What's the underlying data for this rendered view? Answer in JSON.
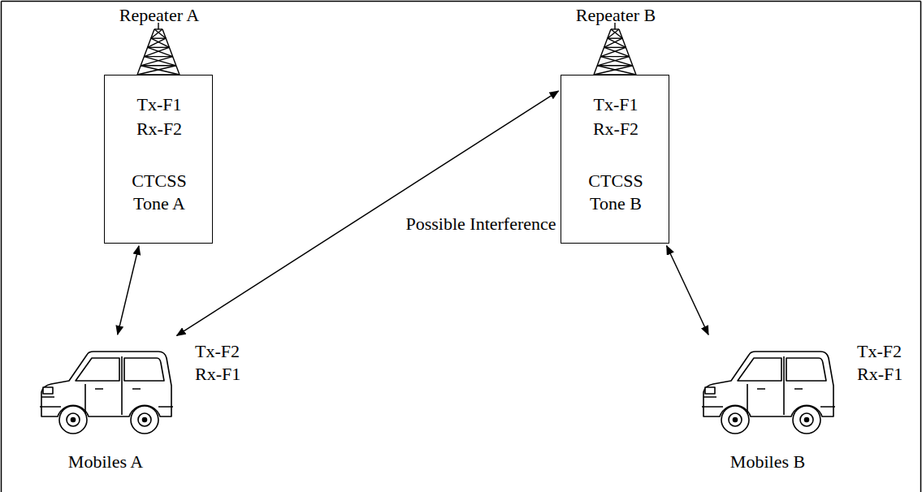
{
  "diagram": {
    "nodes": [
      {
        "text": [
          "Repeater A",
          "Tx-F1",
          "Rx-F2",
          "CTCSS Tone A"
        ]
      },
      {
        "text": [
          "Repeater B",
          "Tx-F1",
          "Rx-F2",
          "CTCSS Tone B"
        ]
      },
      {
        "text": [
          "Mobiles A",
          "Tx-F2",
          "Rx-F1"
        ]
      },
      {
        "text": [
          "Mobiles B",
          "Tx-F2",
          "Rx-F1"
        ]
      }
    ],
    "edges": [
      {
        "from": 0,
        "to": 2,
        "arrow": "both"
      },
      {
        "from": 2,
        "to": 1,
        "label": "Possible Interference",
        "arrow": "both"
      },
      {
        "from": 1,
        "to": 3,
        "arrow": "both"
      }
    ]
  }
}
